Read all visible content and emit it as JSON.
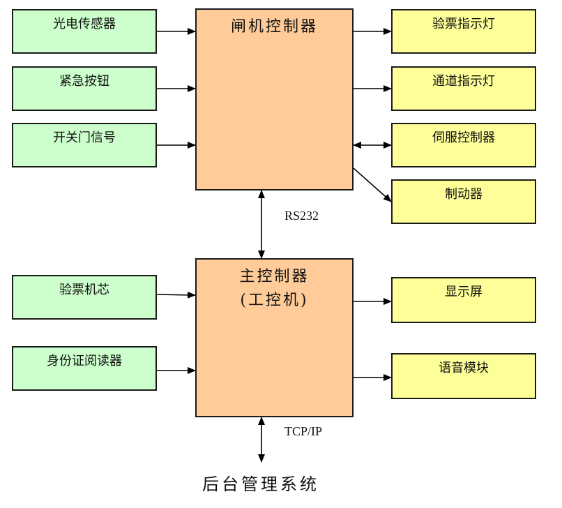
{
  "colors": {
    "input_fill": "#ccffcc",
    "output_fill": "#ffff99",
    "controller_fill": "#ffcc99",
    "line": "#000000"
  },
  "inputs": [
    {
      "label": "光电传感器"
    },
    {
      "label": "紧急按钮"
    },
    {
      "label": "开关门信号"
    },
    {
      "label": "验票机芯"
    },
    {
      "label": "身份证阅读器"
    }
  ],
  "outputs": [
    {
      "label": "验票指示灯"
    },
    {
      "label": "通道指示灯"
    },
    {
      "label": "伺服控制器"
    },
    {
      "label": "制动器"
    },
    {
      "label": "显示屏"
    },
    {
      "label": "语音模块"
    }
  ],
  "gate_controller": {
    "label": "闸机控制器"
  },
  "main_controller": {
    "label": "主控制器",
    "sublabel": "(工控机)"
  },
  "links": {
    "rs232": "RS232",
    "tcpip": "TCP/IP"
  },
  "backend": {
    "label": "后台管理系统"
  }
}
